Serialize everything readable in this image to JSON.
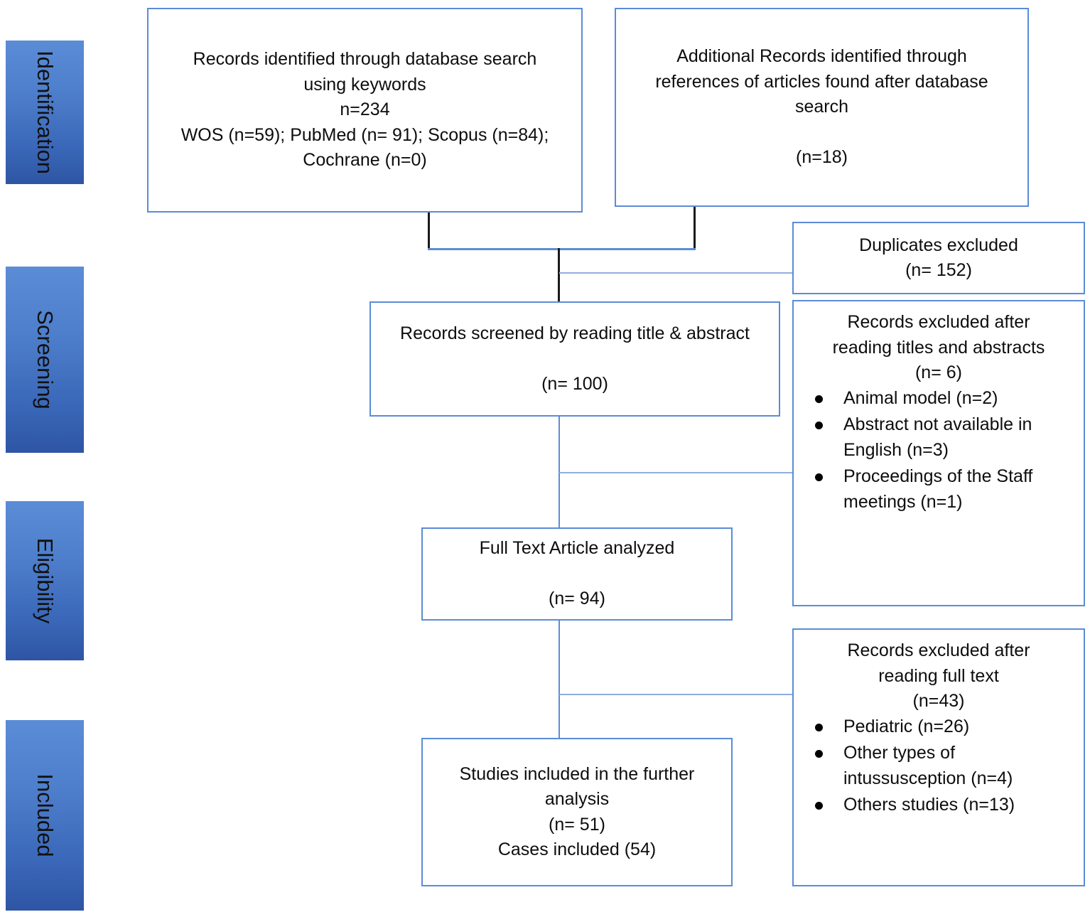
{
  "diagram": {
    "title": "PRISMA study selection flow diagram",
    "accent_color": "#5B8CD6",
    "stage_block_gradient_top": "#5B8CD6",
    "stage_block_gradient_bottom": "#2E55A4"
  },
  "stages": [
    {
      "label": "Identification"
    },
    {
      "label": "Screening"
    },
    {
      "label": "Eligibility"
    },
    {
      "label": "Included"
    }
  ],
  "boxes": {
    "database_search": {
      "lines": [
        "Records identified through database search",
        "using keywords",
        "n=234",
        "WOS (n=59); PubMed (n= 91); Scopus (n=84);",
        "Cochrane (n=0)"
      ]
    },
    "additional_records": {
      "lines": [
        "Additional Records identified through",
        "references of articles found after database",
        "search",
        "",
        "(n=18)"
      ]
    },
    "duplicates_excluded": {
      "lines": [
        "Duplicates excluded",
        "(n= 152)"
      ]
    },
    "records_screened": {
      "lines": [
        "Records screened by reading title & abstract",
        "",
        "(n= 100)"
      ]
    },
    "excluded_titles_abstracts": {
      "lines": [
        "Records excluded after",
        "reading titles and abstracts",
        "(n= 6)"
      ],
      "bullets": [
        "Animal   model (n=2)",
        "Abstract not available in English (n=3)",
        "Proceedings of the Staff meetings (n=1)"
      ]
    },
    "full_text_analyzed": {
      "lines": [
        "Full Text Article analyzed",
        "",
        "(n= 94)"
      ]
    },
    "excluded_full_text": {
      "lines": [
        "Records excluded after",
        "reading full text",
        "(n=43)"
      ],
      "bullets": [
        "Pediatric (n=26)",
        "Other types of intussusception (n=4)",
        "Others studies (n=13)"
      ]
    },
    "studies_included": {
      "lines": [
        "Studies included in the further",
        "analysis",
        "(n= 51)",
        "Cases included (54)"
      ]
    }
  }
}
